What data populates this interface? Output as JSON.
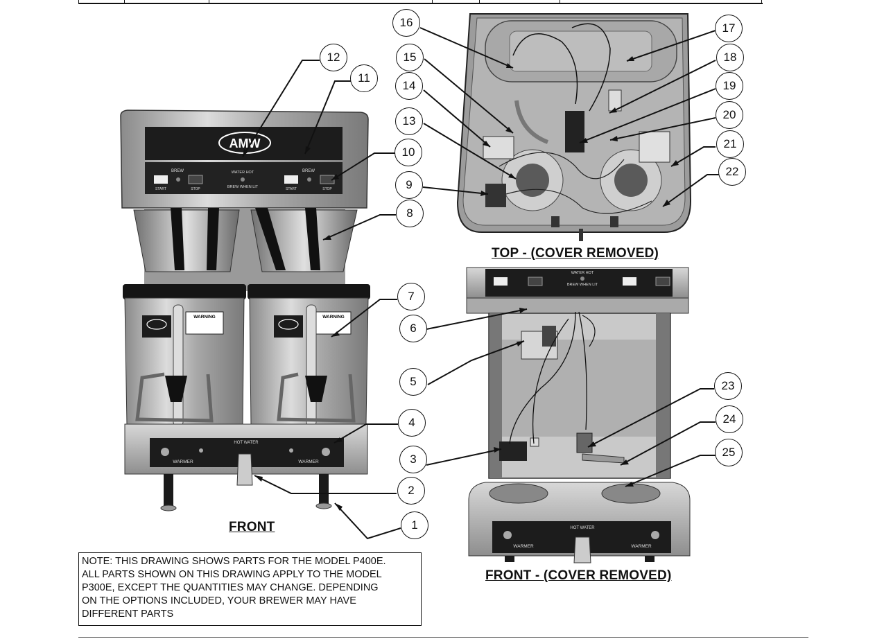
{
  "views": {
    "front": "FRONT",
    "top": "TOP - (COVER REMOVED)",
    "front_cover_removed": "FRONT - (COVER REMOVED)"
  },
  "note": {
    "lines": [
      "NOTE: THIS DRAWING SHOWS PARTS FOR THE MODEL P400E.",
      "ALL PARTS SHOWN ON THIS DRAWING APPLY TO THE MODEL",
      "P300E, EXCEPT THE QUANTITIES MAY CHANGE. DEPENDING",
      "ON THE OPTIONS INCLUDED, YOUR BREWER MAY HAVE",
      "DIFFERENT PARTS"
    ]
  },
  "callouts": [
    "1",
    "2",
    "3",
    "4",
    "5",
    "6",
    "7",
    "8",
    "9",
    "10",
    "11",
    "12",
    "13",
    "14",
    "15",
    "16",
    "17",
    "18",
    "19",
    "20",
    "21",
    "22",
    "23",
    "24",
    "25"
  ],
  "brewer_labels": {
    "logo": "AMW",
    "brew": "BREW",
    "start": "START",
    "stop": "STOP",
    "water_hot": "WATER HOT",
    "brew_when_lit": "BREW WHEN LIT",
    "warmer": "WARMER",
    "hot_water": "HOT WATER",
    "warning": "WARNING"
  },
  "colors": {
    "ink": "#111111",
    "steel": "#b8b8b8",
    "dark_panel": "#1c1c1c"
  }
}
